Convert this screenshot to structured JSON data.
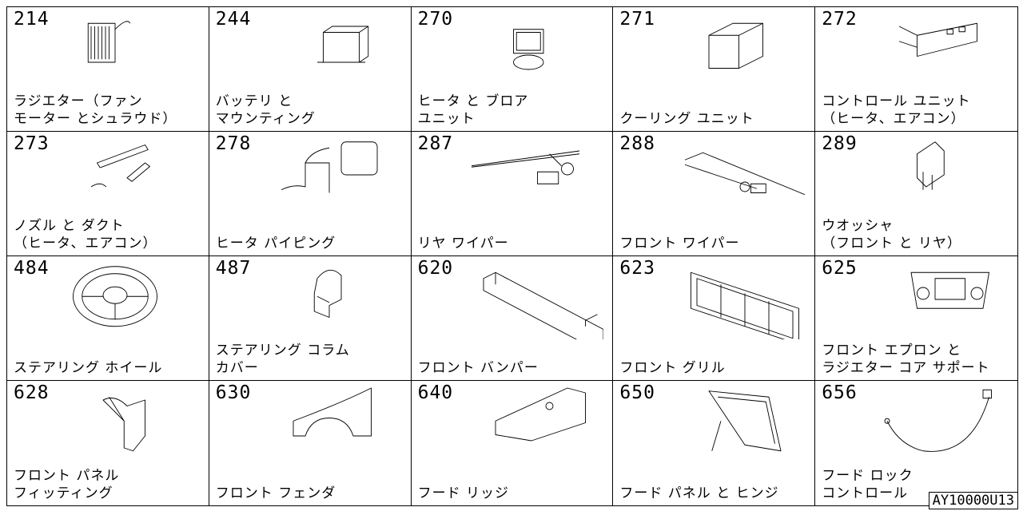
{
  "catalog": {
    "cells": [
      {
        "code": "214",
        "label": "ラジエター（ファン\nモーター とシュラウド）",
        "icon": "radiator-icon"
      },
      {
        "code": "244",
        "label": "バッテリ と\nマウンティング",
        "icon": "battery-icon"
      },
      {
        "code": "270",
        "label": "ヒータ と ブロア\nユニット",
        "icon": "heater-blower-icon"
      },
      {
        "code": "271",
        "label": "クーリング ユニット",
        "icon": "cooling-unit-icon"
      },
      {
        "code": "272",
        "label": "コントロール ユニット\n（ヒータ、エアコン）",
        "icon": "control-unit-icon"
      },
      {
        "code": "273",
        "label": "ノズル と ダクト\n（ヒータ、エアコン）",
        "icon": "nozzle-duct-icon"
      },
      {
        "code": "278",
        "label": "ヒータ パイピング",
        "icon": "heater-piping-icon"
      },
      {
        "code": "287",
        "label": "リヤ ワイパー",
        "icon": "rear-wiper-icon"
      },
      {
        "code": "288",
        "label": "フロント ワイパー",
        "icon": "front-wiper-icon"
      },
      {
        "code": "289",
        "label": "ウオッシャ\n（フロント と リヤ）",
        "icon": "washer-icon"
      },
      {
        "code": "484",
        "label": "ステアリング ホイール",
        "icon": "steering-wheel-icon"
      },
      {
        "code": "487",
        "label": "ステアリング コラム\nカバー",
        "icon": "column-cover-icon"
      },
      {
        "code": "620",
        "label": "フロント バンパー",
        "icon": "bumper-icon"
      },
      {
        "code": "623",
        "label": "フロント グリル",
        "icon": "grille-icon"
      },
      {
        "code": "625",
        "label": "フロント エプロン と\nラジエター コア サポート",
        "icon": "apron-icon"
      },
      {
        "code": "628",
        "label": "フロント パネル\nフィッティング",
        "icon": "panel-fitting-icon"
      },
      {
        "code": "630",
        "label": "フロント フェンダ",
        "icon": "fender-icon"
      },
      {
        "code": "640",
        "label": "フード リッジ",
        "icon": "hood-ridge-icon"
      },
      {
        "code": "650",
        "label": "フード パネル と ヒンジ",
        "icon": "hood-panel-hinge-icon"
      },
      {
        "code": "656",
        "label": "フード ロック\nコントロール",
        "icon": "hood-lock-cable-icon"
      }
    ]
  },
  "footer": {
    "reference": "AY10000U13"
  }
}
